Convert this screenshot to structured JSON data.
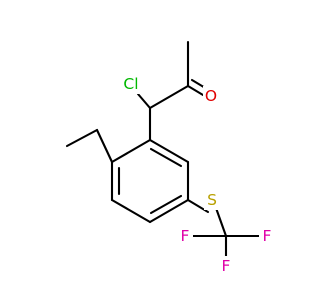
{
  "molecule": {
    "atoms": {
      "cl": {
        "text": "Cl",
        "color": "#00B800"
      },
      "o": {
        "text": "O",
        "color": "#E00000"
      },
      "s": {
        "text": "S",
        "color": "#B8A000"
      },
      "f_left": {
        "text": "F",
        "color": "#E000A8"
      },
      "f_right": {
        "text": "F",
        "color": "#E000A8"
      },
      "f_bottom": {
        "text": "F",
        "color": "#E000A8"
      }
    },
    "bond_color": "#000000"
  }
}
